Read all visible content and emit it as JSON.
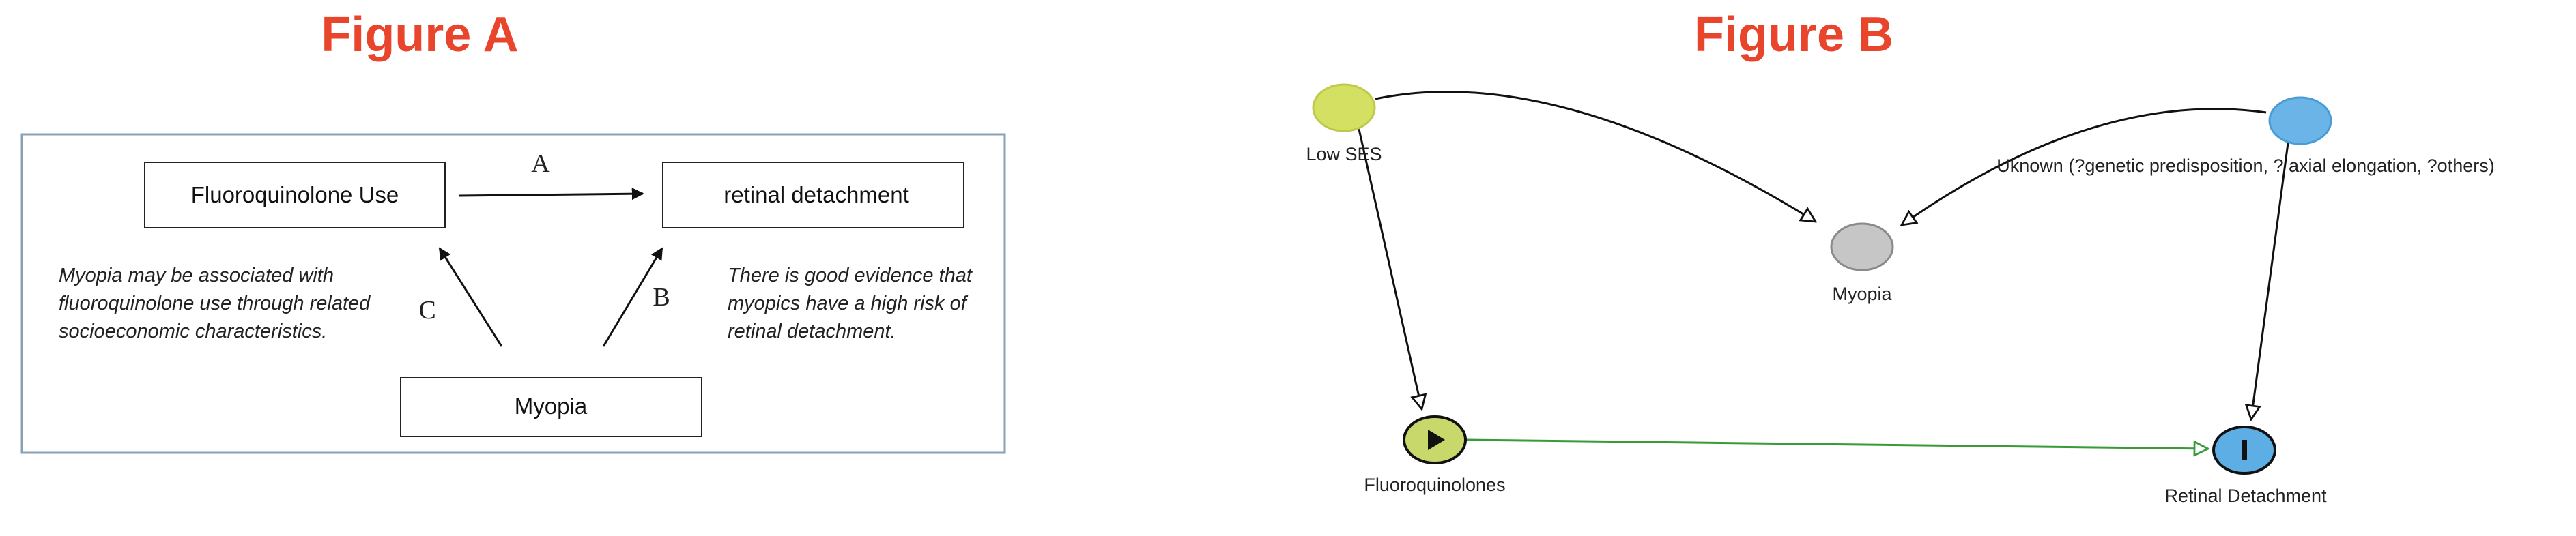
{
  "figure_a": {
    "title": "Figure A",
    "boxes": {
      "fluoroquinolone": "Fluoroquinolone Use",
      "retinal": "retinal detachment",
      "myopia": "Myopia"
    },
    "edge_labels": {
      "a": "A",
      "b": "B",
      "c": "C"
    },
    "notes": {
      "left": [
        "Myopia may be associated with",
        "fluoroquinolone use through related",
        "socioeconomic characteristics."
      ],
      "right": [
        "There is good evidence that",
        "myopics have a high risk of",
        "retinal detachment."
      ]
    }
  },
  "figure_b": {
    "title": "Figure B",
    "nodes": {
      "low_ses": "Low SES",
      "unknown": "Uknown (?genetic predisposition, ? axial elongation, ?others)",
      "myopia": "Myopia",
      "fluoroquinolones": "Fluoroquinolones",
      "retinal_detachment": "Retinal Detachment"
    },
    "colors": {
      "low_ses": "#d4e062",
      "unknown": "#6ab4e8",
      "myopia": "#c6c6c6",
      "exposure": "#c8d86a",
      "outcome": "#5eaee6",
      "causal_path": "#3a9a3a"
    }
  }
}
